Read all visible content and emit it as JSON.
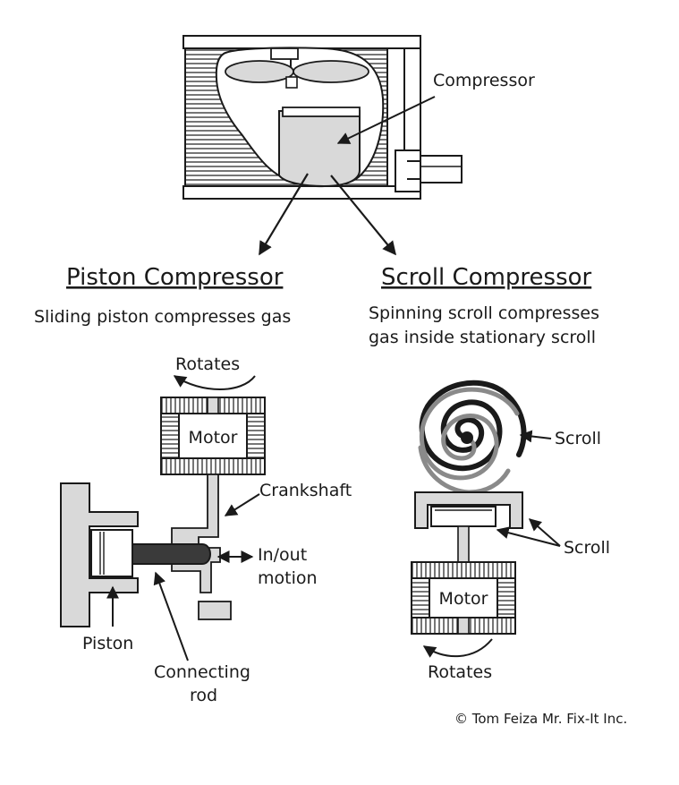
{
  "labels": {
    "compressor": "Compressor",
    "piston_heading": "Piston Compressor",
    "scroll_heading": "Scroll Compressor",
    "piston_desc": "Sliding piston compresses gas",
    "scroll_desc_line1": "Spinning scroll compresses",
    "scroll_desc_line2": "gas inside stationary scroll",
    "rotates_left": "Rotates",
    "motor_left": "Motor",
    "crankshaft": "Crankshaft",
    "inout_line1": "In/out",
    "inout_line2": "motion",
    "piston": "Piston",
    "connecting_line1": "Connecting",
    "connecting_line2": "rod",
    "scroll_top": "Scroll",
    "scroll_mid": "Scroll",
    "motor_right": "Motor",
    "rotates_right": "Rotates",
    "copyright": "© Tom Feiza Mr. Fix-It Inc."
  }
}
